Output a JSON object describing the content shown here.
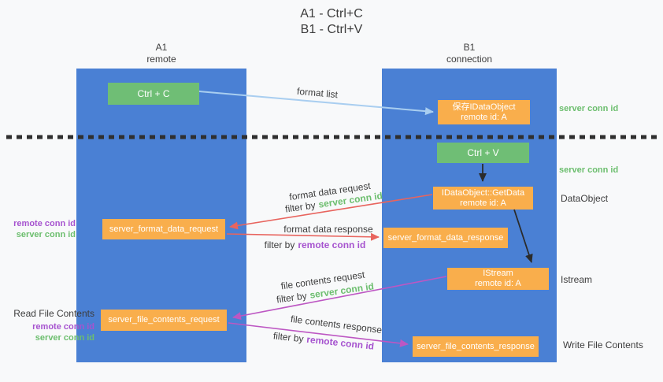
{
  "title": {
    "line1": "A1 - Ctrl+C",
    "line2": "B1 - Ctrl+V"
  },
  "columns": {
    "left": {
      "name": "A1",
      "subtitle": "remote"
    },
    "right": {
      "name": "B1",
      "subtitle": "connection"
    }
  },
  "boxes": {
    "ctrl_c": {
      "label": "Ctrl + C"
    },
    "ctrl_v": {
      "label": "Ctrl + V"
    },
    "save_idataobject": {
      "line1": "保存IDataObject",
      "line2": "remote id: A"
    },
    "idataobject_getdata": {
      "line1": "IDataObject::GetData",
      "line2": "remote id: A"
    },
    "istream": {
      "line1": "IStream",
      "line2": "remote id: A"
    },
    "server_format_data_request": {
      "label": "server_format_data_request"
    },
    "server_format_data_response": {
      "label": "server_format_data_response"
    },
    "server_file_contents_request": {
      "label": "server_file_contents_request"
    },
    "server_file_contents_response": {
      "label": "server_file_contents_response"
    }
  },
  "arrow_labels": {
    "format_list": "format list",
    "format_data_request": "format data request",
    "format_data_response": "format data response",
    "file_contents_request": "file contents request",
    "file_contents_response": "file contents response",
    "filter_by": "filter by",
    "server_conn_id": "server conn id",
    "remote_conn_id": "remote conn id"
  },
  "side_labels": {
    "left": {
      "remote_conn_id": "remote conn id",
      "server_conn_id": "server conn id",
      "read_file_contents": "Read File Contents",
      "remote_conn_id_2": "remote conn id",
      "server_conn_id_2": "server conn id"
    },
    "right": {
      "server_conn_id_top": "server conn id",
      "server_conn_id_mid": "server conn id",
      "dataobject": "DataObject",
      "istream": "Istream",
      "write_file_contents": "Write File Contents"
    }
  },
  "colors": {
    "background": "#f8f9fa",
    "panel_blue": "#4a80d4",
    "box_green": "#6fbe75",
    "box_orange": "#f9ae4c",
    "arrow_blue": "#a9cef0",
    "arrow_black": "#2b2b2b",
    "arrow_red": "#e8645e",
    "arrow_magenta": "#bd57c3",
    "text_green": "#6cbe6e",
    "text_purple": "#a653cf",
    "text_dark": "#3d3d3d",
    "dash": "#2f2f2f"
  }
}
